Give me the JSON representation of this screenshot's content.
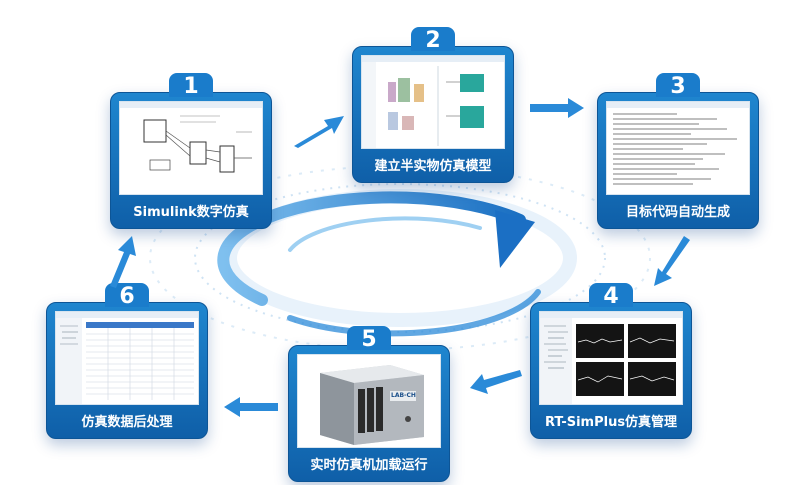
{
  "steps": [
    {
      "num": "1",
      "label": "Simulink数字仿真"
    },
    {
      "num": "2",
      "label": "建立半实物仿真模型"
    },
    {
      "num": "3",
      "label": "目标代码自动生成"
    },
    {
      "num": "4",
      "label": "RT-SimPlus仿真管理"
    },
    {
      "num": "5",
      "label": "实时仿真机加载运行"
    },
    {
      "num": "6",
      "label": "仿真数据后处理"
    }
  ],
  "device_brand": "LAB-CH",
  "colors": {
    "card_top": "#1f86cf",
    "card_bottom": "#0f5fa8",
    "arrow": "#2a8ad8",
    "ring": "#1c7fcf"
  }
}
